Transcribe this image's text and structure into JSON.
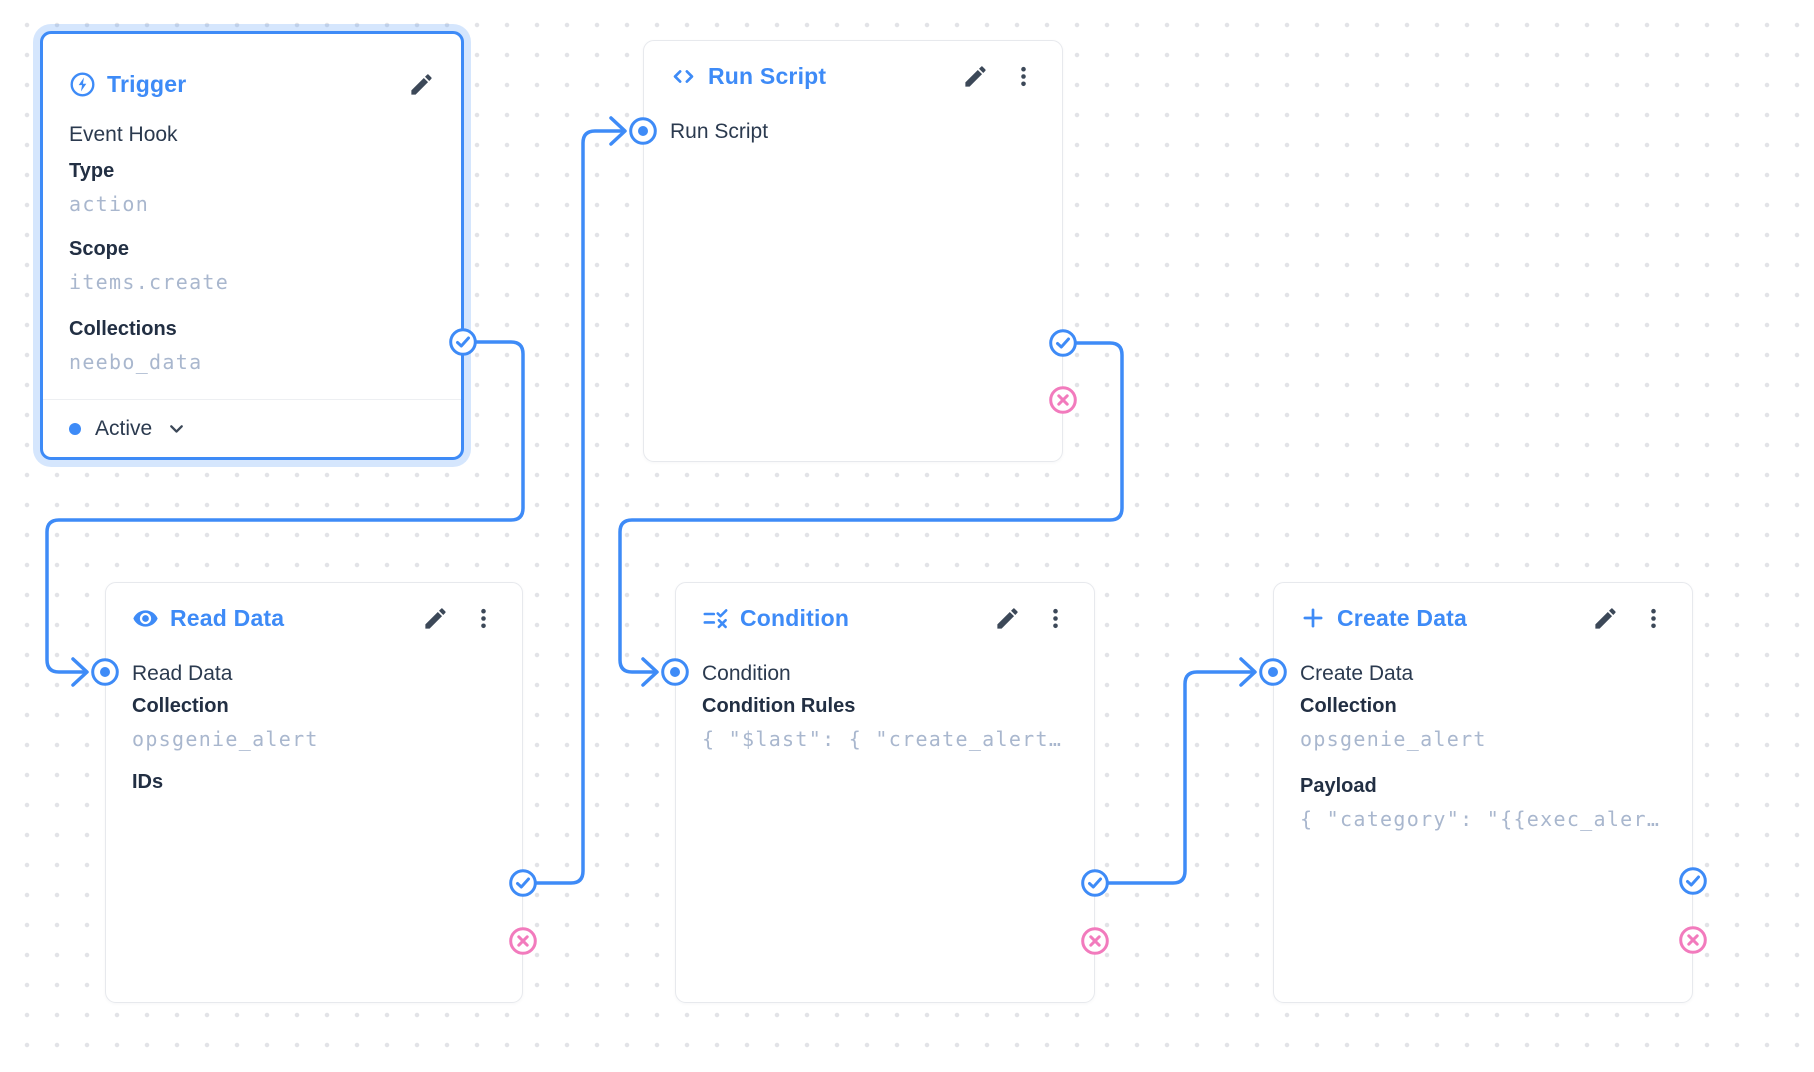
{
  "colors": {
    "accent": "#3e8bf7",
    "reject_pink": "#f27bbd",
    "text_dark": "#2b3a4f",
    "value_muted": "#a9b7ce"
  },
  "nodes": {
    "trigger": {
      "title": "Trigger",
      "icon": "bolt-circle-icon",
      "trigger_type": "Event Hook",
      "fields": [
        {
          "label": "Type",
          "value": "action"
        },
        {
          "label": "Scope",
          "value": "items.create"
        },
        {
          "label": "Collections",
          "value": "neebo_data"
        }
      ],
      "status": "Active"
    },
    "run_script": {
      "title": "Run Script",
      "icon": "code-icon",
      "name": "Run Script"
    },
    "read_data": {
      "title": "Read Data",
      "icon": "eye-icon",
      "name": "Read Data",
      "fields": [
        {
          "label": "Collection",
          "value": "opsgenie_alert"
        },
        {
          "label": "IDs"
        }
      ]
    },
    "condition": {
      "title": "Condition",
      "icon": "rule-icon",
      "name": "Condition",
      "fields": [
        {
          "label": "Condition Rules",
          "value": "{ \"$last\": { \"create_alert…"
        }
      ]
    },
    "create_data": {
      "title": "Create Data",
      "icon": "plus-icon",
      "name": "Create Data",
      "fields": [
        {
          "label": "Collection",
          "value": "opsgenie_alert"
        },
        {
          "label": "Payload",
          "value": "{ \"category\": \"{{exec_aler…"
        }
      ]
    }
  }
}
